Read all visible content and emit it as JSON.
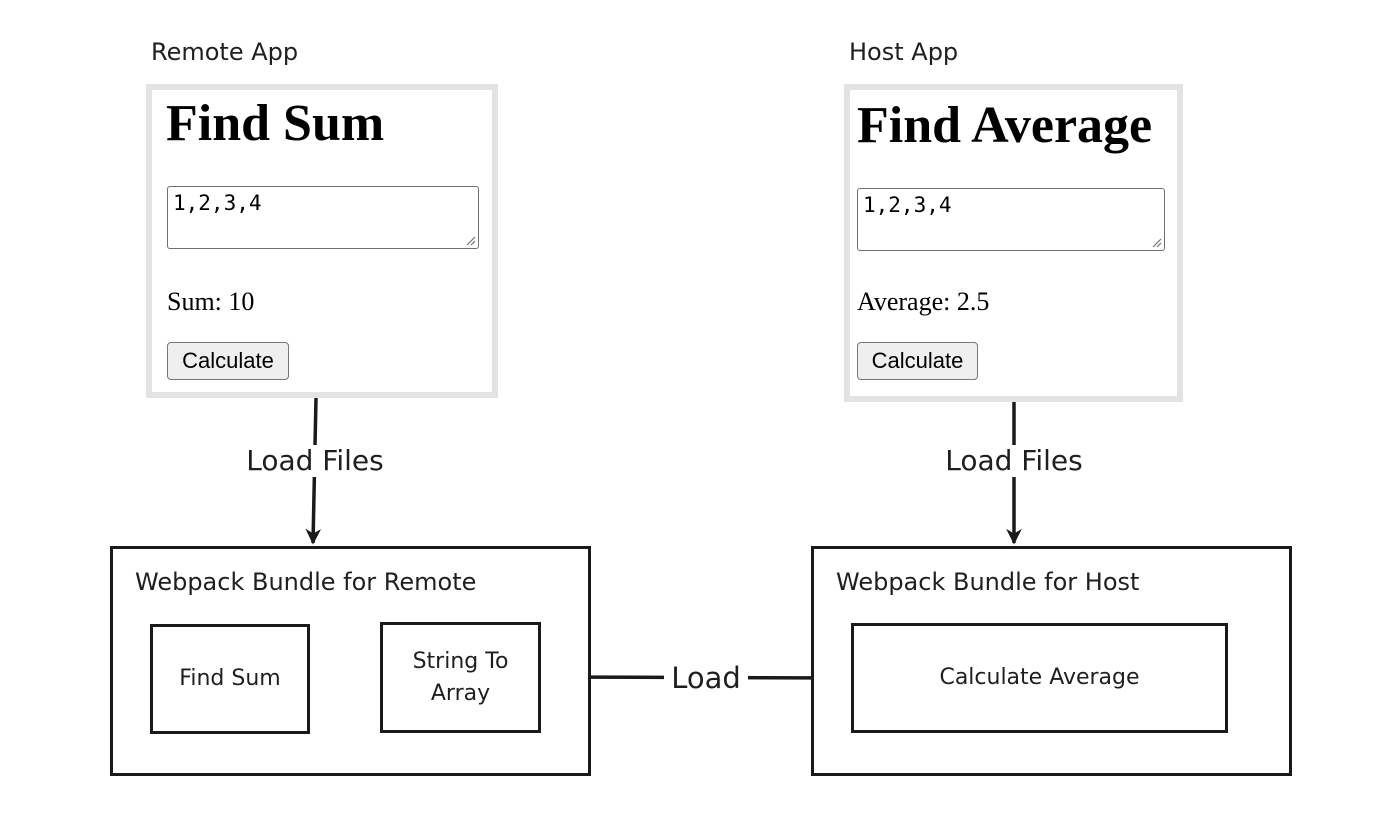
{
  "remote_app": {
    "caption": "Remote App",
    "title": "Find Sum",
    "input_value": "1,2,3,4",
    "result_text": "Sum: 10",
    "button_label": "Calculate"
  },
  "host_app": {
    "caption": "Host App",
    "title": "Find Average",
    "input_value": "1,2,3,4",
    "result_text": "Average: 2.5",
    "button_label": "Calculate"
  },
  "remote_bundle": {
    "title": "Webpack Bundle for Remote",
    "modules": {
      "find_sum": "Find Sum",
      "string_to_array": "String To\nArray"
    }
  },
  "host_bundle": {
    "title": "Webpack Bundle for Host",
    "modules": {
      "calculate_average": "Calculate Average"
    }
  },
  "edges": {
    "remote_load_files": "Load Files",
    "host_load_files": "Load Files",
    "load": "Load"
  },
  "colors": {
    "line": "#1a1a1a",
    "panel_border": "#e3e3e3",
    "button_bg": "#efefef"
  }
}
